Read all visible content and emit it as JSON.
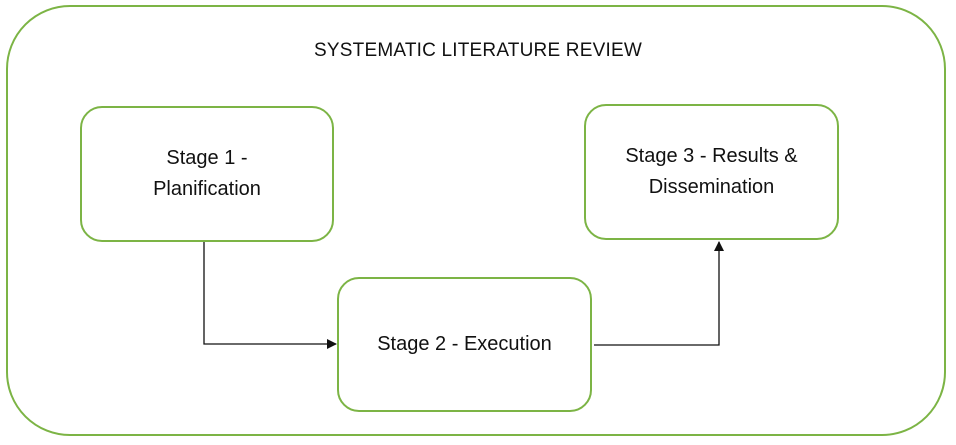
{
  "diagram": {
    "title": "SYSTEMATIC LITERATURE REVIEW",
    "stages": [
      {
        "id": "stage-1",
        "lines": [
          "Stage 1 -",
          "Planification"
        ]
      },
      {
        "id": "stage-2",
        "lines": [
          "Stage 2 - Execution"
        ]
      },
      {
        "id": "stage-3",
        "lines": [
          "Stage 3 - Results &",
          "Dissemination"
        ]
      }
    ],
    "connections": [
      {
        "from": "stage-1",
        "to": "stage-2"
      },
      {
        "from": "stage-2",
        "to": "stage-3"
      }
    ],
    "colors": {
      "border": "#7cb445",
      "arrow": "#111111",
      "text": "#111111"
    }
  }
}
